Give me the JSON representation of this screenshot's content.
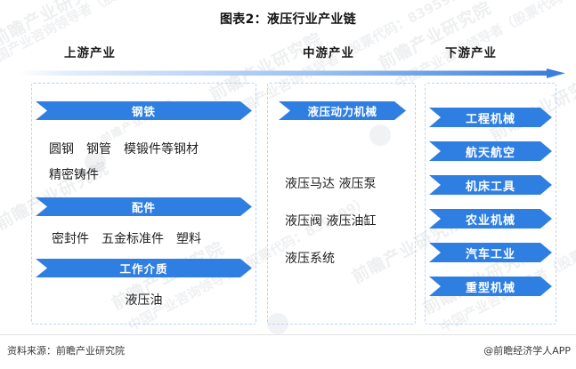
{
  "title": "图表2：液压行业产业链",
  "stages": [
    {
      "key": "upstream",
      "label": "上游产业"
    },
    {
      "key": "midstream",
      "label": "中游产业"
    },
    {
      "key": "downstream",
      "label": "下游产业"
    }
  ],
  "flow_arrow": {
    "name": "flow-direction-arrow",
    "color_start": "#dce9fb",
    "color_end": "#2f7fe3"
  },
  "upstream": {
    "groups": [
      {
        "banner": "钢铁",
        "items": [
          "圆钢　钢管　模锻件等钢材",
          "精密铸件"
        ]
      },
      {
        "banner": "配件",
        "items": [
          "密封件　五金标准件　塑料"
        ]
      },
      {
        "banner": "工作介质",
        "items": [
          "液压油"
        ]
      }
    ]
  },
  "midstream": {
    "banner": "液压动力机械",
    "items": [
      "液压马达 液压泵",
      "液压阀 液压油缸",
      "液压系统"
    ]
  },
  "downstream": {
    "banners": [
      "工程机械",
      "航天航空",
      "机床工具",
      "农业机械",
      "汽车工业",
      "重型机械"
    ]
  },
  "footer": {
    "source": "资料来源：前瞻产业研究院",
    "app": "@前瞻经济学人APP"
  },
  "watermarks": {
    "main": "前瞻产业研究院",
    "sub": "中国产业咨询领导者（股票代码：839599）"
  },
  "colors": {
    "banner_blue": "#2f7fe3",
    "panel_dashed": "#b9d3f5",
    "text_dark": "#1f1f1f"
  }
}
